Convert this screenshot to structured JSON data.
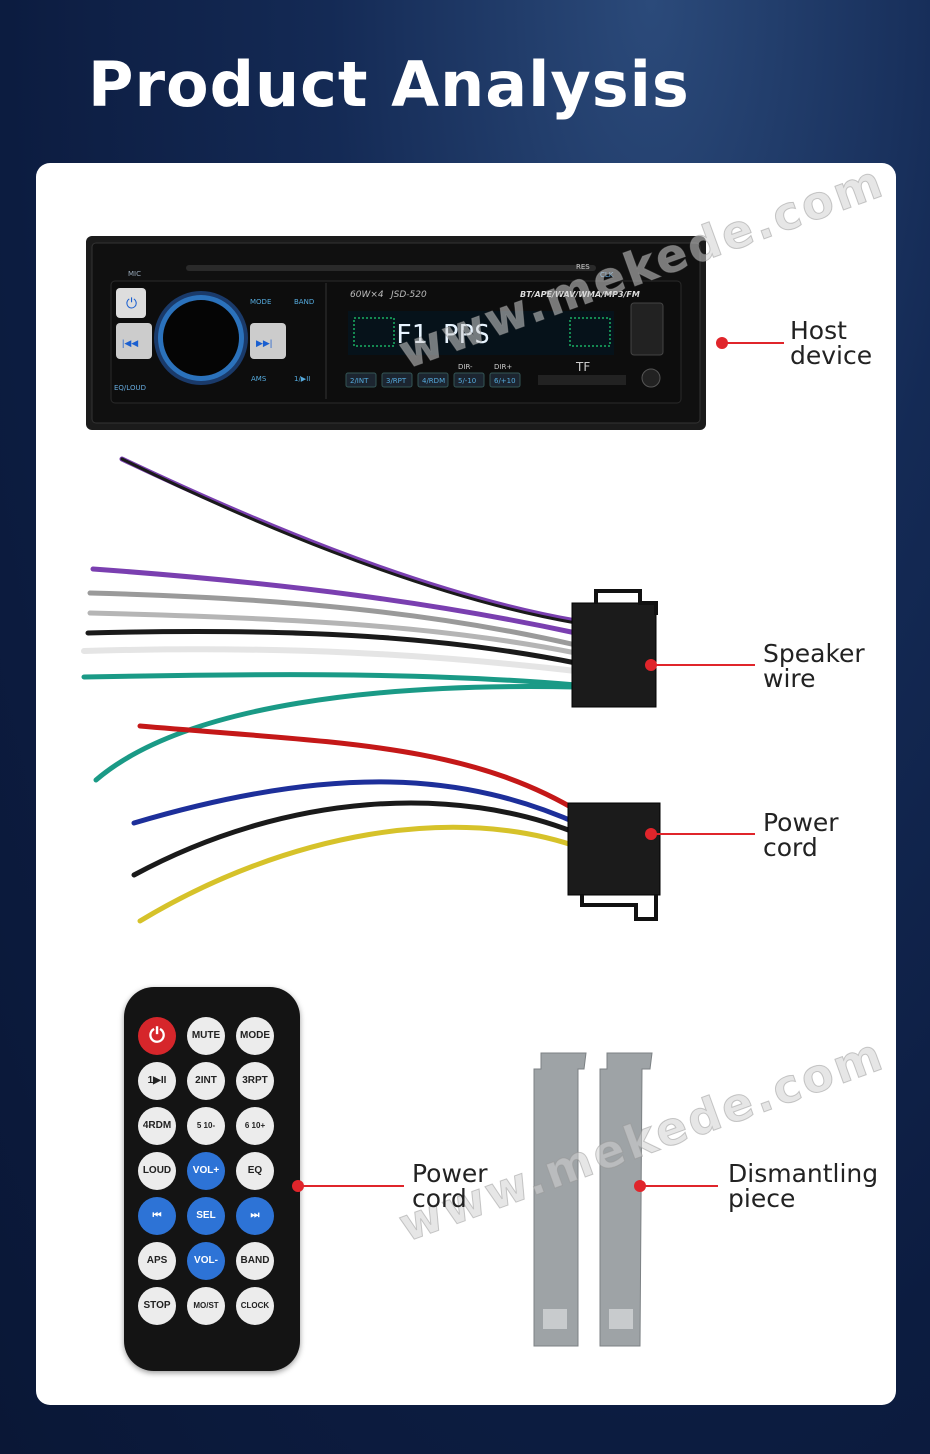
{
  "page": {
    "title": "Product Analysis"
  },
  "watermark": "www.mekede.com",
  "labels": {
    "host": [
      "Host",
      "device"
    ],
    "speaker": [
      "Speaker",
      "wire"
    ],
    "power": [
      "Power",
      "cord"
    ],
    "remote": [
      "Power",
      "cord"
    ],
    "dismantle": [
      "Dismantling",
      "piece"
    ]
  },
  "radio": {
    "mic": "MIC",
    "res": "RES",
    "clk": "CLK",
    "mode": "MODE",
    "band": "BAND",
    "spec": "60W×4",
    "model": "JSD-520",
    "formats": "BT/APE/WAV/WMA/MP3/FM",
    "eq": "EQ/LOUD",
    "ams": "AMS",
    "play": "1/▶II",
    "presets": [
      "2/INT",
      "3/RPT",
      "4/RDM",
      "5/-10",
      "6/+10"
    ],
    "dir_minus": "DIR-",
    "dir_plus": "DIR+",
    "tf": "TF",
    "display": "F1 PPS"
  },
  "remote": {
    "rows": [
      [
        "power",
        "MUTE",
        "MODE"
      ],
      [
        "1▶II",
        "2INT",
        "3RPT"
      ],
      [
        "4RDM",
        "5 10-",
        "6 10+"
      ],
      [
        "LOUD",
        "VOL+",
        "EQ"
      ],
      [
        "⏮",
        "SEL",
        "⏭"
      ],
      [
        "APS",
        "VOL-",
        "BAND"
      ],
      [
        "STOP",
        "MO/ST",
        "CLOCK"
      ]
    ]
  },
  "colors": {
    "accent": "#e0252b",
    "wire_purple": "#7a3fb0",
    "wire_gray": "#9a9a9a",
    "wire_black": "#1a1a1a",
    "wire_white": "#f2f2f2",
    "wire_teal": "#1a9a86",
    "wire_red": "#c41818",
    "wire_blue": "#1d2f9a",
    "wire_yellow": "#d6c22a"
  }
}
